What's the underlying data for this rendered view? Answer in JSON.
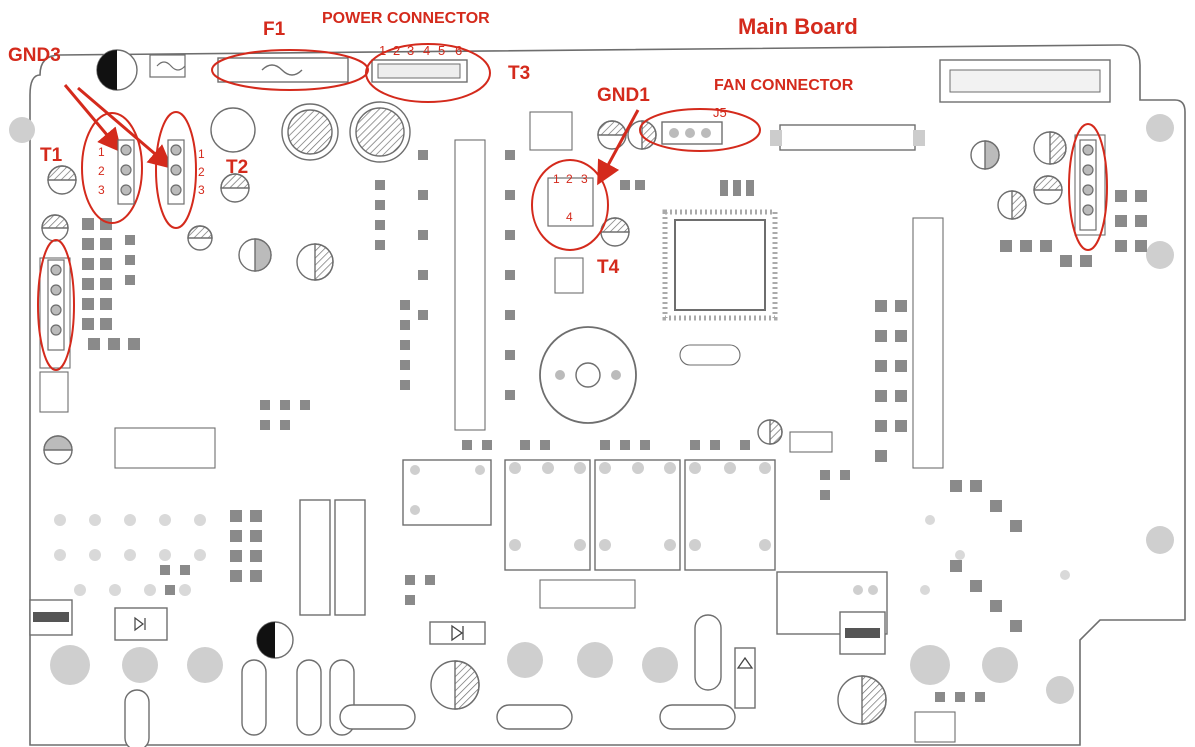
{
  "title": "Main Board",
  "labels": {
    "f1": "F1",
    "power_connector": "POWER CONNECTOR",
    "gnd3": "GND3",
    "gnd1": "GND1",
    "fan_connector": "FAN CONNECTOR",
    "t1": "T1",
    "t2": "T2",
    "t3": "T3",
    "t4": "T4",
    "j5": "J5"
  },
  "pins": {
    "power_connector": [
      "1",
      "2",
      "3",
      "4",
      "5",
      "6"
    ],
    "t1": [
      "1",
      "2",
      "3"
    ],
    "t2": [
      "1",
      "2",
      "3"
    ],
    "t4_top": [
      "1",
      "2",
      "3"
    ],
    "t4_bottom": "4"
  },
  "colors": {
    "annotation": "#d42a1c",
    "outline": "#6e6e6e",
    "mounting_hole": "#cfcfcf",
    "background": "#ffffff"
  },
  "icons": [
    "fuse-icon",
    "diode-icon",
    "capacitor-icon",
    "arrow-icon"
  ]
}
